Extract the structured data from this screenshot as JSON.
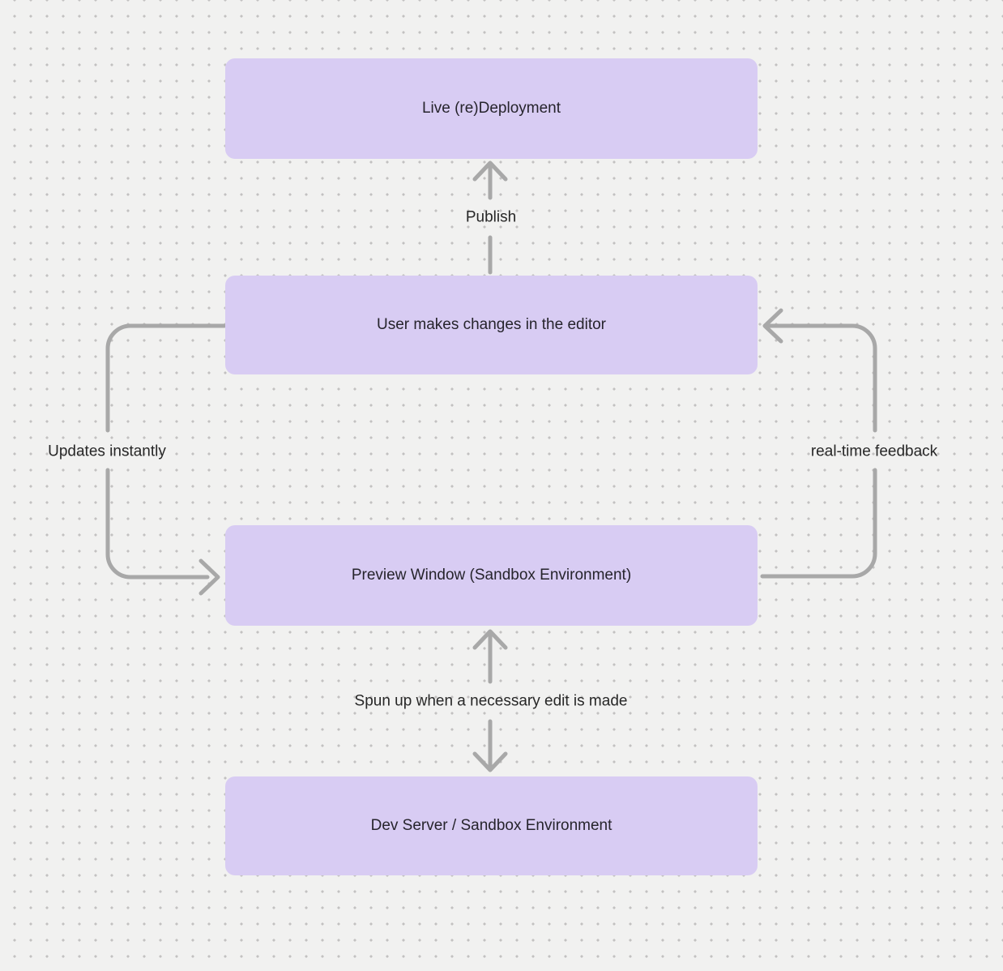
{
  "colors": {
    "canvas_bg": "#f1f1f0",
    "canvas_dot": "#c2c1c1",
    "node_fill": "#d8ccf3",
    "node_text": "#26242c",
    "arrow": "#a8a8a8",
    "label_text": "#272727"
  },
  "diagram": {
    "nodes": [
      {
        "id": "live-redeployment",
        "label": "Live (re)Deployment"
      },
      {
        "id": "user-editor",
        "label": "User makes changes in the editor"
      },
      {
        "id": "preview-window",
        "label": "Preview Window (Sandbox Environment)"
      },
      {
        "id": "dev-server",
        "label": "Dev Server / Sandbox Environment"
      }
    ],
    "edges": [
      {
        "id": "publish",
        "label": "Publish",
        "from": "user-editor",
        "to": "live-redeployment",
        "direction": "up"
      },
      {
        "id": "updates-instantly",
        "label": "Updates instantly",
        "from": "user-editor",
        "to": "preview-window",
        "direction": "down-via-left-loop"
      },
      {
        "id": "real-time-feedback",
        "label": "real-time feedback",
        "from": "preview-window",
        "to": "user-editor",
        "direction": "up-via-right-loop"
      },
      {
        "id": "spun-up",
        "label": "Spun up when a necessary edit is made",
        "from": "preview-window",
        "to": "dev-server",
        "direction": "both"
      }
    ]
  }
}
